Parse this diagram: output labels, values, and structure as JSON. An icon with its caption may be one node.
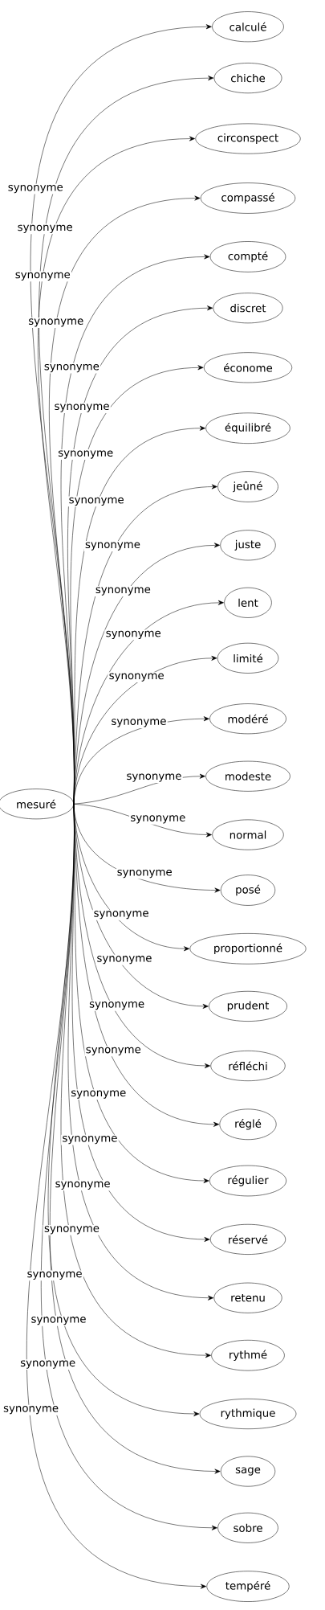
{
  "diagram": {
    "nodes": [
      {
        "text": [
          "mesuré"
        ]
      },
      {
        "text": [
          "calculé"
        ]
      },
      {
        "text": [
          "chiche"
        ]
      },
      {
        "text": [
          "circonspect"
        ]
      },
      {
        "text": [
          "compassé"
        ]
      },
      {
        "text": [
          "compté"
        ]
      },
      {
        "text": [
          "discret"
        ]
      },
      {
        "text": [
          "économe"
        ]
      },
      {
        "text": [
          "équilibré"
        ]
      },
      {
        "text": [
          "jeûné"
        ]
      },
      {
        "text": [
          "juste"
        ]
      },
      {
        "text": [
          "lent"
        ]
      },
      {
        "text": [
          "limité"
        ]
      },
      {
        "text": [
          "modéré"
        ]
      },
      {
        "text": [
          "modeste"
        ]
      },
      {
        "text": [
          "normal"
        ]
      },
      {
        "text": [
          "posé"
        ]
      },
      {
        "text": [
          "proportionné"
        ]
      },
      {
        "text": [
          "prudent"
        ]
      },
      {
        "text": [
          "réfléchi"
        ]
      },
      {
        "text": [
          "réglé"
        ]
      },
      {
        "text": [
          "régulier"
        ]
      },
      {
        "text": [
          "réservé"
        ]
      },
      {
        "text": [
          "retenu"
        ]
      },
      {
        "text": [
          "rythmé"
        ]
      },
      {
        "text": [
          "rythmique"
        ]
      },
      {
        "text": [
          "sage"
        ]
      },
      {
        "text": [
          "sobre"
        ]
      },
      {
        "text": [
          "tempéré"
        ]
      }
    ],
    "edges": [
      {
        "from": 0,
        "to": 1,
        "arrow": "to",
        "label": "synonyme"
      },
      {
        "from": 0,
        "to": 2,
        "arrow": "to",
        "label": "synonyme"
      },
      {
        "from": 0,
        "to": 3,
        "arrow": "to",
        "label": "synonyme"
      },
      {
        "from": 0,
        "to": 4,
        "arrow": "to",
        "label": "synonyme"
      },
      {
        "from": 0,
        "to": 5,
        "arrow": "to",
        "label": "synonyme"
      },
      {
        "from": 0,
        "to": 6,
        "arrow": "to",
        "label": "synonyme"
      },
      {
        "from": 0,
        "to": 7,
        "arrow": "to",
        "label": "synonyme"
      },
      {
        "from": 0,
        "to": 8,
        "arrow": "to",
        "label": "synonyme"
      },
      {
        "from": 0,
        "to": 9,
        "arrow": "to",
        "label": "synonyme"
      },
      {
        "from": 0,
        "to": 10,
        "arrow": "to",
        "label": "synonyme"
      },
      {
        "from": 0,
        "to": 11,
        "arrow": "to",
        "label": "synonyme"
      },
      {
        "from": 0,
        "to": 12,
        "arrow": "to",
        "label": "synonyme"
      },
      {
        "from": 0,
        "to": 13,
        "arrow": "to",
        "label": "synonyme"
      },
      {
        "from": 0,
        "to": 14,
        "arrow": "to",
        "label": "synonyme"
      },
      {
        "from": 0,
        "to": 15,
        "arrow": "to",
        "label": "synonyme"
      },
      {
        "from": 0,
        "to": 16,
        "arrow": "to",
        "label": "synonyme"
      },
      {
        "from": 0,
        "to": 17,
        "arrow": "to",
        "label": "synonyme"
      },
      {
        "from": 0,
        "to": 18,
        "arrow": "to",
        "label": "synonyme"
      },
      {
        "from": 0,
        "to": 19,
        "arrow": "to",
        "label": "synonyme"
      },
      {
        "from": 0,
        "to": 20,
        "arrow": "to",
        "label": "synonyme"
      },
      {
        "from": 0,
        "to": 21,
        "arrow": "to",
        "label": "synonyme"
      },
      {
        "from": 0,
        "to": 22,
        "arrow": "to",
        "label": "synonyme"
      },
      {
        "from": 0,
        "to": 23,
        "arrow": "to",
        "label": "synonyme"
      },
      {
        "from": 0,
        "to": 24,
        "arrow": "to",
        "label": "synonyme"
      },
      {
        "from": 0,
        "to": 25,
        "arrow": "to",
        "label": "synonyme"
      },
      {
        "from": 0,
        "to": 26,
        "arrow": "to",
        "label": "synonyme"
      },
      {
        "from": 0,
        "to": 27,
        "arrow": "to",
        "label": "synonyme"
      },
      {
        "from": 0,
        "to": 28,
        "arrow": "to",
        "label": "synonyme"
      }
    ]
  }
}
